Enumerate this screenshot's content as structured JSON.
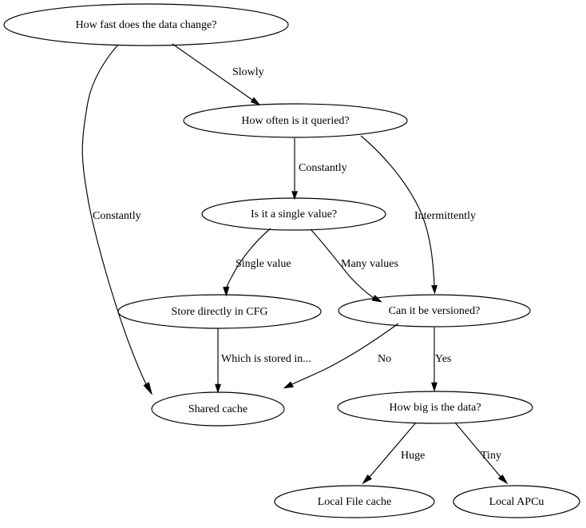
{
  "diagram": {
    "title": "How fast does the data change?",
    "type": "flowchart",
    "background_color": "#ffffff",
    "stroke_color": "#000000",
    "text_color": "#000000",
    "nodes": [
      {
        "id": "how-fast",
        "label": "How fast does the data change?"
      },
      {
        "id": "how-often",
        "label": "How often is it queried?"
      },
      {
        "id": "single-value",
        "label": "Is it a single value?"
      },
      {
        "id": "store-cfg",
        "label": "Store directly in CFG"
      },
      {
        "id": "versioned",
        "label": "Can it be versioned?"
      },
      {
        "id": "shared-cache",
        "label": "Shared cache"
      },
      {
        "id": "how-big",
        "label": "How big is the data?"
      },
      {
        "id": "local-file",
        "label": "Local File cache"
      },
      {
        "id": "local-apcu",
        "label": "Local APCu"
      }
    ],
    "edges": [
      {
        "id": "e1",
        "from": "how-fast",
        "to": "shared-cache",
        "label": "Constantly"
      },
      {
        "id": "e2",
        "from": "how-fast",
        "to": "how-often",
        "label": "Slowly"
      },
      {
        "id": "e3",
        "from": "how-often",
        "to": "single-value",
        "label": "Constantly"
      },
      {
        "id": "e4",
        "from": "how-often",
        "to": "versioned",
        "label": "Intermittently"
      },
      {
        "id": "e5",
        "from": "single-value",
        "to": "store-cfg",
        "label": "Single value"
      },
      {
        "id": "e6",
        "from": "single-value",
        "to": "versioned",
        "label": "Many values"
      },
      {
        "id": "e7",
        "from": "store-cfg",
        "to": "shared-cache",
        "label": "Which is stored in..."
      },
      {
        "id": "e8",
        "from": "versioned",
        "to": "shared-cache",
        "label": "No"
      },
      {
        "id": "e9",
        "from": "versioned",
        "to": "how-big",
        "label": "Yes"
      },
      {
        "id": "e10",
        "from": "how-big",
        "to": "local-file",
        "label": "Huge"
      },
      {
        "id": "e11",
        "from": "how-big",
        "to": "local-apcu",
        "label": "Tiny"
      }
    ]
  }
}
